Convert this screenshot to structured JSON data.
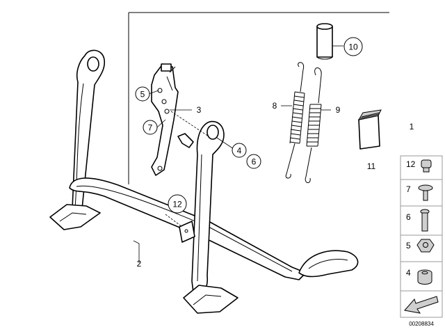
{
  "labels": {
    "p1": "1",
    "p2": "2",
    "p3": "3",
    "p4": "4",
    "p5": "5",
    "p6": "6",
    "p7": "7",
    "p8": "8",
    "p9": "9",
    "p10": "10",
    "p11": "11",
    "p12": "12"
  },
  "legend": [
    {
      "number": "12",
      "icon": "cap-icon"
    },
    {
      "number": "7",
      "icon": "screw-icon"
    },
    {
      "number": "6",
      "icon": "bolt-icon"
    },
    {
      "number": "5",
      "icon": "nut-icon"
    },
    {
      "number": "4",
      "icon": "bushing-icon"
    }
  ],
  "catalog_number": "00208834"
}
